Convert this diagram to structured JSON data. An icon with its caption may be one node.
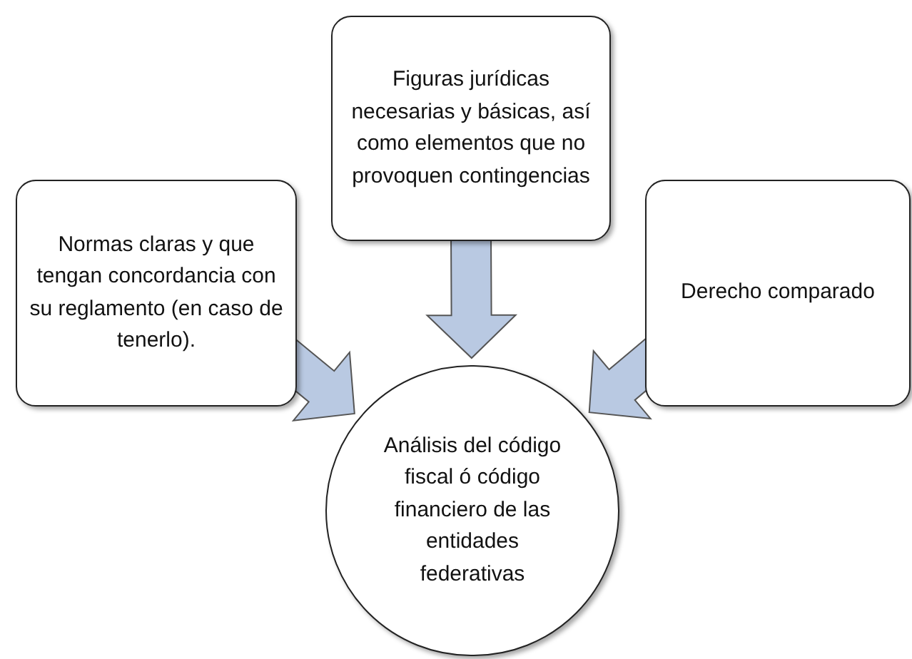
{
  "diagram": {
    "nodes": [
      {
        "text": [
          "Normas claras y que tengan concordancia con su reglamento (en caso de tenerlo)."
        ]
      },
      {
        "text": [
          "Figuras jurídicas necesarias y básicas, así como elementos que no provoquen contingencias"
        ]
      },
      {
        "text": [
          "Derecho comparado"
        ]
      },
      {
        "text": [
          "Análisis del código fiscal ó código financiero de las entidades federativas"
        ]
      }
    ],
    "edges": [
      {
        "from": 0,
        "to": 3,
        "arrow": "to"
      },
      {
        "from": 1,
        "to": 3,
        "arrow": "to"
      },
      {
        "from": 2,
        "to": 3,
        "arrow": "to"
      }
    ]
  }
}
